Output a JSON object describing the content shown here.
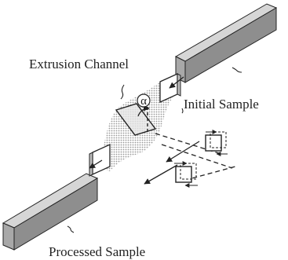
{
  "labels": {
    "extrusion_channel": "Extrusion Channel",
    "initial_sample": "Initial Sample",
    "processed_sample": "Processed Sample",
    "angle_symbol": "α"
  },
  "colors": {
    "bar_top": "#d2d2d2",
    "bar_front": "#8c8c8c",
    "bar_side": "#a8a8a8",
    "channel_shade": "#b4b4b4",
    "outline": "#222222"
  }
}
